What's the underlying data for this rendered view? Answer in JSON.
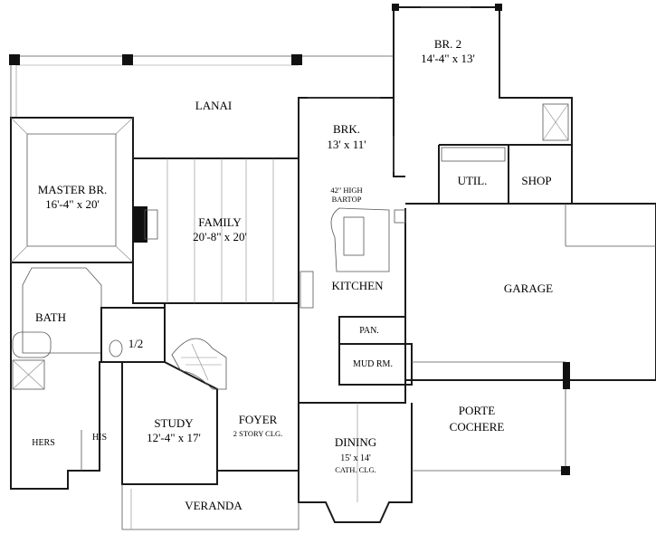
{
  "rooms": {
    "lanai": {
      "name": "LANAI"
    },
    "br2": {
      "name": "BR. 2",
      "size": "14'-4\" x 13'"
    },
    "brk": {
      "name": "BRK.",
      "size": "13' x 11'"
    },
    "master": {
      "name": "MASTER BR.",
      "size": "16'-4\" x 20'"
    },
    "family": {
      "name": "FAMILY",
      "size": "20'-8\" x 20'"
    },
    "bartop": {
      "line1": "42\" HIGH",
      "line2": "BARTOP"
    },
    "util": {
      "name": "UTIL."
    },
    "shop": {
      "name": "SHOP"
    },
    "kitchen": {
      "name": "KITCHEN"
    },
    "garage": {
      "name": "GARAGE"
    },
    "bath": {
      "name": "BATH"
    },
    "half_bath": {
      "name": "1/2"
    },
    "pantry": {
      "name": "PAN."
    },
    "mud": {
      "name": "MUD RM."
    },
    "porte": {
      "line1": "PORTE",
      "line2": "COCHERE"
    },
    "foyer": {
      "name": "FOYER",
      "note": "2 STORY CLG."
    },
    "study": {
      "name": "STUDY",
      "size": "12'-4\" x 17'"
    },
    "hers": {
      "name": "HERS"
    },
    "his": {
      "name": "HIS"
    },
    "dining": {
      "name": "DINING",
      "size": "15' x 14'",
      "note": "CATH. CLG."
    },
    "veranda": {
      "name": "VERANDA"
    }
  }
}
